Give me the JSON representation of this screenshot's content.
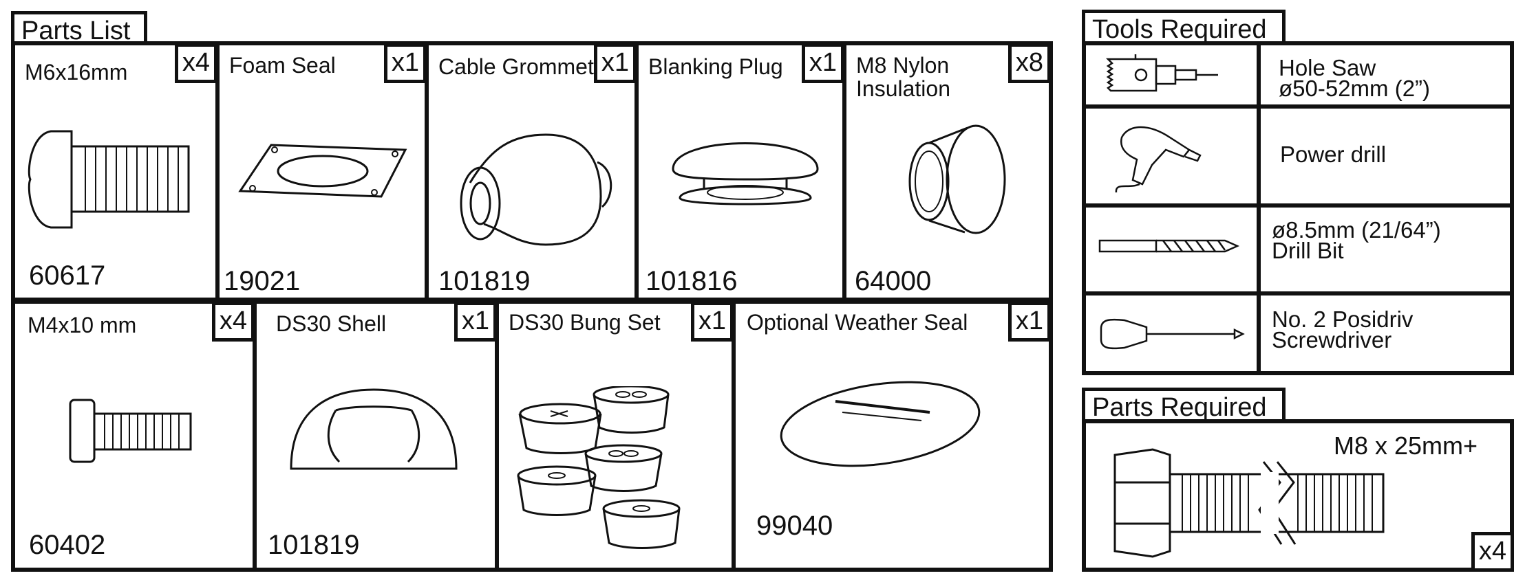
{
  "parts_list": {
    "title": "Parts List",
    "top_row": [
      {
        "name": "M6x16mm",
        "qty": "x4",
        "code": "60617",
        "icon": "bolt-icon"
      },
      {
        "name": "Foam Seal",
        "qty": "x1",
        "code": "19021",
        "icon": "foam-seal-icon"
      },
      {
        "name": "Cable Grommet",
        "qty": "x1",
        "code": "101819",
        "icon": "cable-grommet-icon"
      },
      {
        "name": "Blanking Plug",
        "qty": "x1",
        "code": "101816",
        "icon": "blanking-plug-icon"
      },
      {
        "name": "M8 Nylon\nInsulation",
        "qty": "x8",
        "code": "64000",
        "icon": "nylon-insulation-icon"
      }
    ],
    "bottom_row": [
      {
        "name": "M4x10 mm",
        "qty": "x4",
        "code": "60402",
        "icon": "small-bolt-icon"
      },
      {
        "name": "DS30 Shell",
        "qty": "x1",
        "code": "101819",
        "icon": "shell-icon"
      },
      {
        "name": "DS30 Bung Set",
        "qty": "x1",
        "code": "",
        "icon": "bung-set-icon"
      },
      {
        "name": "Optional Weather Seal",
        "qty": "x1",
        "code": "99040",
        "icon": "weather-seal-icon"
      }
    ]
  },
  "tools_required": {
    "title": "Tools Required",
    "items": [
      {
        "label": "Hole Saw\nø50-52mm (2”)",
        "icon": "hole-saw-icon"
      },
      {
        "label": "Power drill",
        "icon": "power-drill-icon"
      },
      {
        "label": "ø8.5mm (21/64”)\nDrill Bit",
        "icon": "drill-bit-icon"
      },
      {
        "label": "No. 2 Posidriv\nScrewdriver",
        "icon": "screwdriver-icon"
      }
    ]
  },
  "parts_required": {
    "title": "Parts Required",
    "label": "M8 x 25mm+",
    "qty": "x4",
    "icon": "long-bolt-icon"
  }
}
